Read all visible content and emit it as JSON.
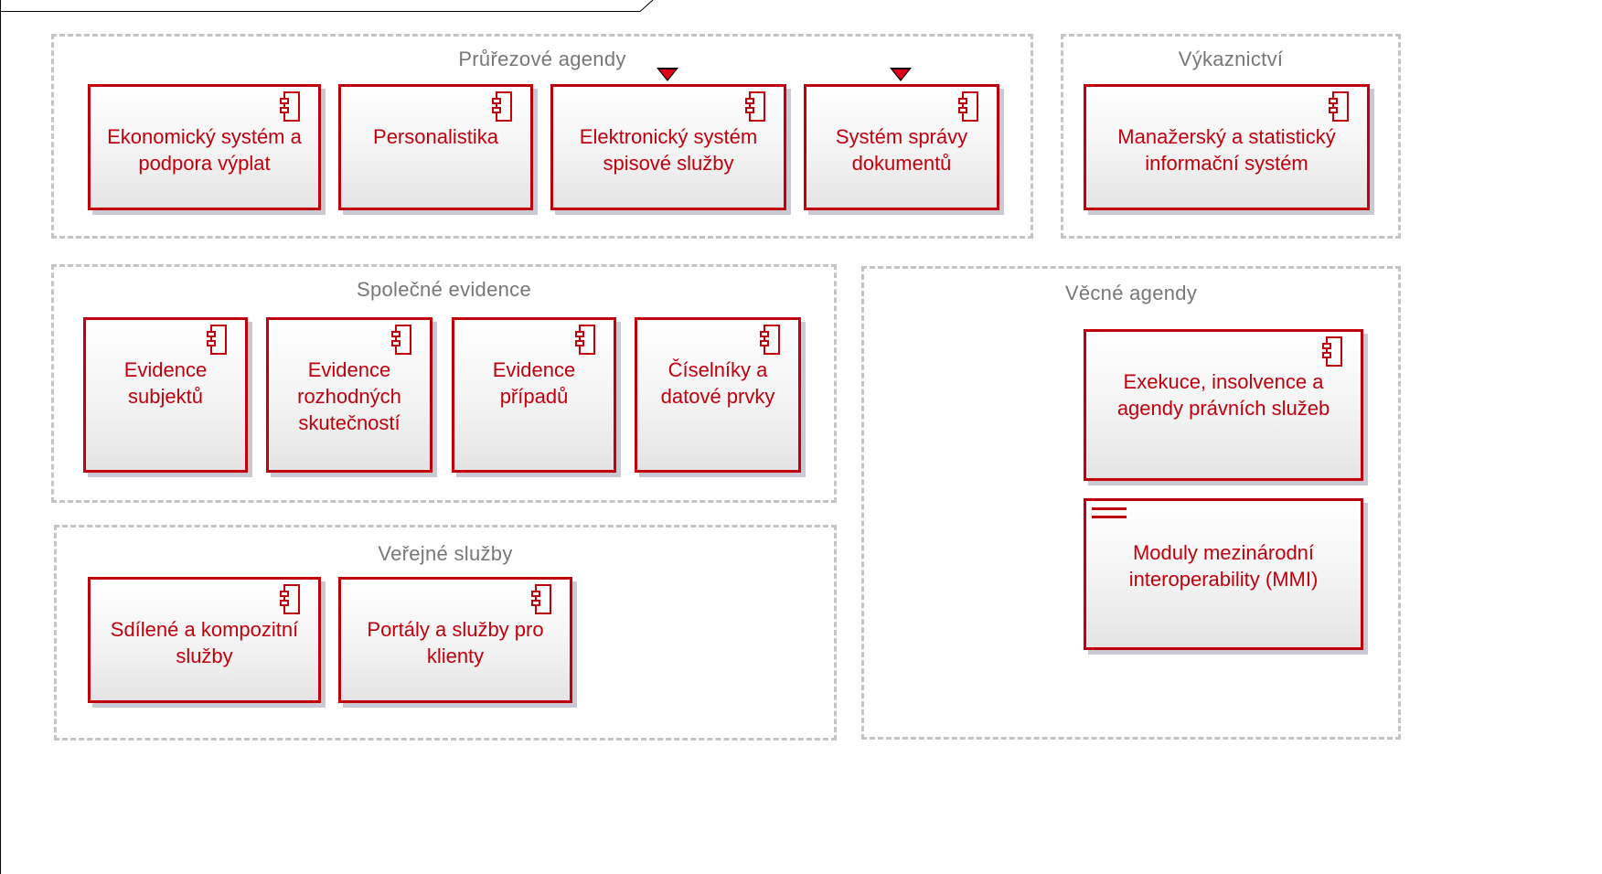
{
  "groups": {
    "prurezove": {
      "label": "Průřezové agendy"
    },
    "vykaznictvi": {
      "label": "Výkaznictví"
    },
    "spolecne": {
      "label": "Společné evidence"
    },
    "vecne": {
      "label": "Věcné agendy"
    },
    "verejne": {
      "label": "Veřejné služby"
    }
  },
  "components": {
    "ekonomicky": {
      "label": "Ekonomický systém a podpora výplat",
      "icon": "component-icon"
    },
    "personalistika": {
      "label": "Personalistika",
      "icon": "component-icon"
    },
    "spisova": {
      "label": "Elektronický systém spisové služby",
      "icon": "component-icon"
    },
    "dokumenty": {
      "label": "Systém správy dokumentů",
      "icon": "component-icon"
    },
    "manazersky": {
      "label": "Manažerský a statistický informační systém",
      "icon": "component-icon"
    },
    "subjekty": {
      "label": "Evidence subjektů",
      "icon": "component-icon"
    },
    "skutecnosti": {
      "label": "Evidence rozhodných skutečností",
      "icon": "component-icon"
    },
    "pripady": {
      "label": "Evidence případů",
      "icon": "component-icon"
    },
    "ciselniky": {
      "label": "Číselníky a datové prvky",
      "icon": "component-icon"
    },
    "exekuce": {
      "label": "Exekuce, insolvence a agendy právních služeb",
      "icon": "component-icon"
    },
    "mmi": {
      "label": "Moduly mezinárodní interoperability (MMI)",
      "icon": "interface-icon"
    },
    "sdilene": {
      "label": "Sdílené a kompozitní služby",
      "icon": "component-icon"
    },
    "portaly": {
      "label": "Portály a služby pro klienty",
      "icon": "component-icon"
    }
  },
  "colors": {
    "accent": "#c0000c",
    "group_border": "#c4c4c4",
    "marker": "#e0001a"
  }
}
